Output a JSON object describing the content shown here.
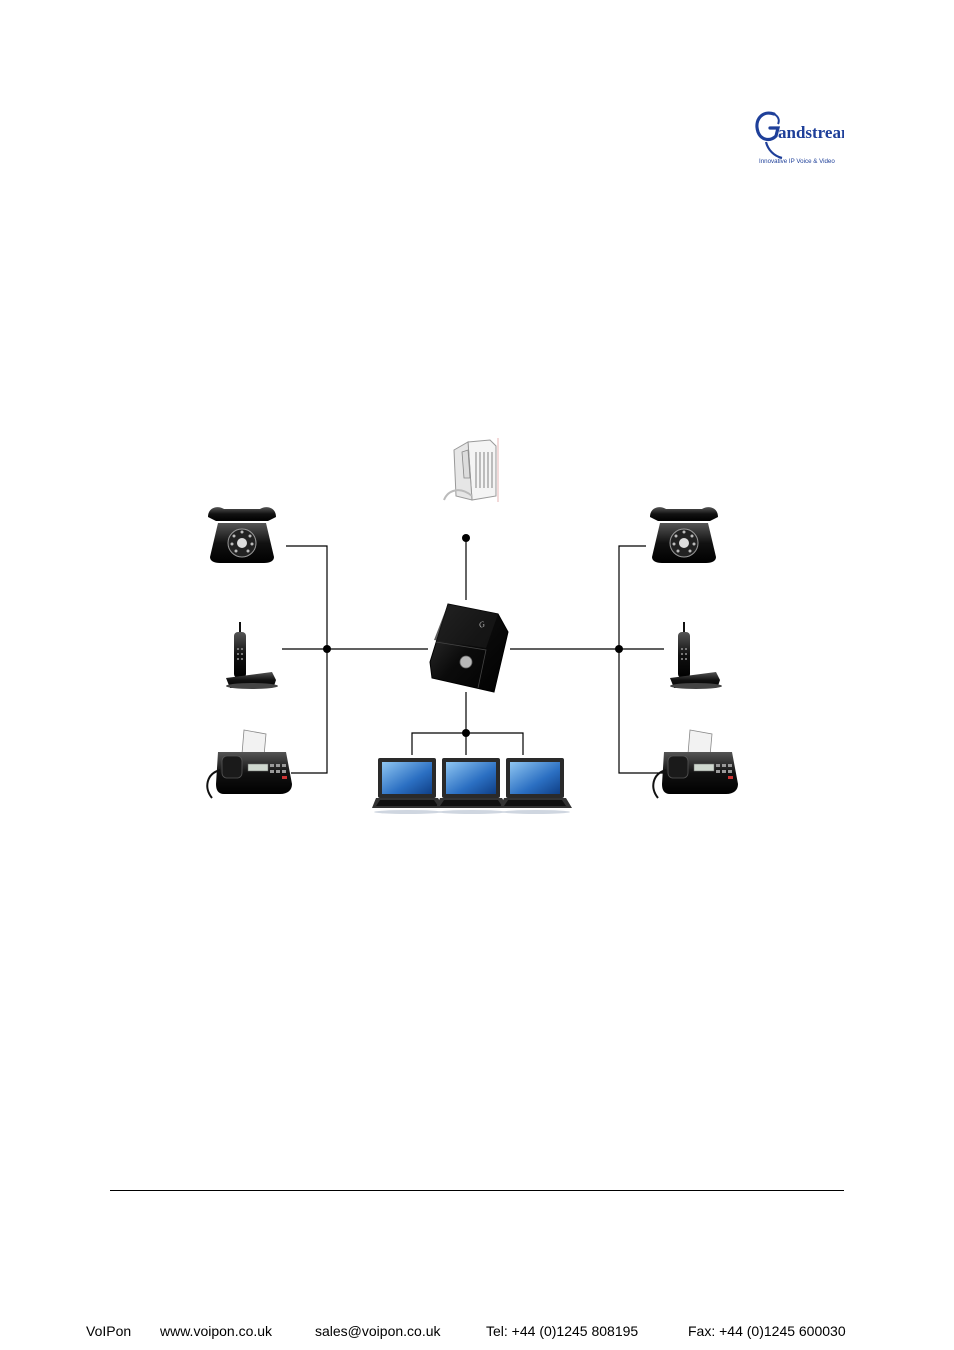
{
  "logo": {
    "brand_text": "Grandstream",
    "brand_text_visible": "andstream",
    "tagline": "Innovative IP Voice & Video",
    "brand_color": "#1e3f99"
  },
  "diagram": {
    "nodes": [
      {
        "name": "cable-modem",
        "icon": "cable-modem-icon"
      },
      {
        "name": "ata-gateway",
        "icon": "ata-device-icon"
      },
      {
        "name": "phone-left",
        "icon": "rotary-phone-icon"
      },
      {
        "name": "cordless-left",
        "icon": "cordless-phone-icon"
      },
      {
        "name": "fax-left",
        "icon": "fax-machine-icon"
      },
      {
        "name": "phone-right",
        "icon": "rotary-phone-icon"
      },
      {
        "name": "cordless-right",
        "icon": "cordless-phone-icon"
      },
      {
        "name": "fax-right",
        "icon": "fax-machine-icon"
      },
      {
        "name": "laptop-1",
        "icon": "laptop-icon"
      },
      {
        "name": "laptop-2",
        "icon": "laptop-icon"
      },
      {
        "name": "laptop-3",
        "icon": "laptop-icon"
      }
    ]
  },
  "footer": {
    "company": "VoIPon",
    "website": "www.voipon.co.uk",
    "email": "sales@voipon.co.uk",
    "tel": "Tel: +44 (0)1245 808195",
    "fax": "Fax: +44 (0)1245 600030"
  }
}
